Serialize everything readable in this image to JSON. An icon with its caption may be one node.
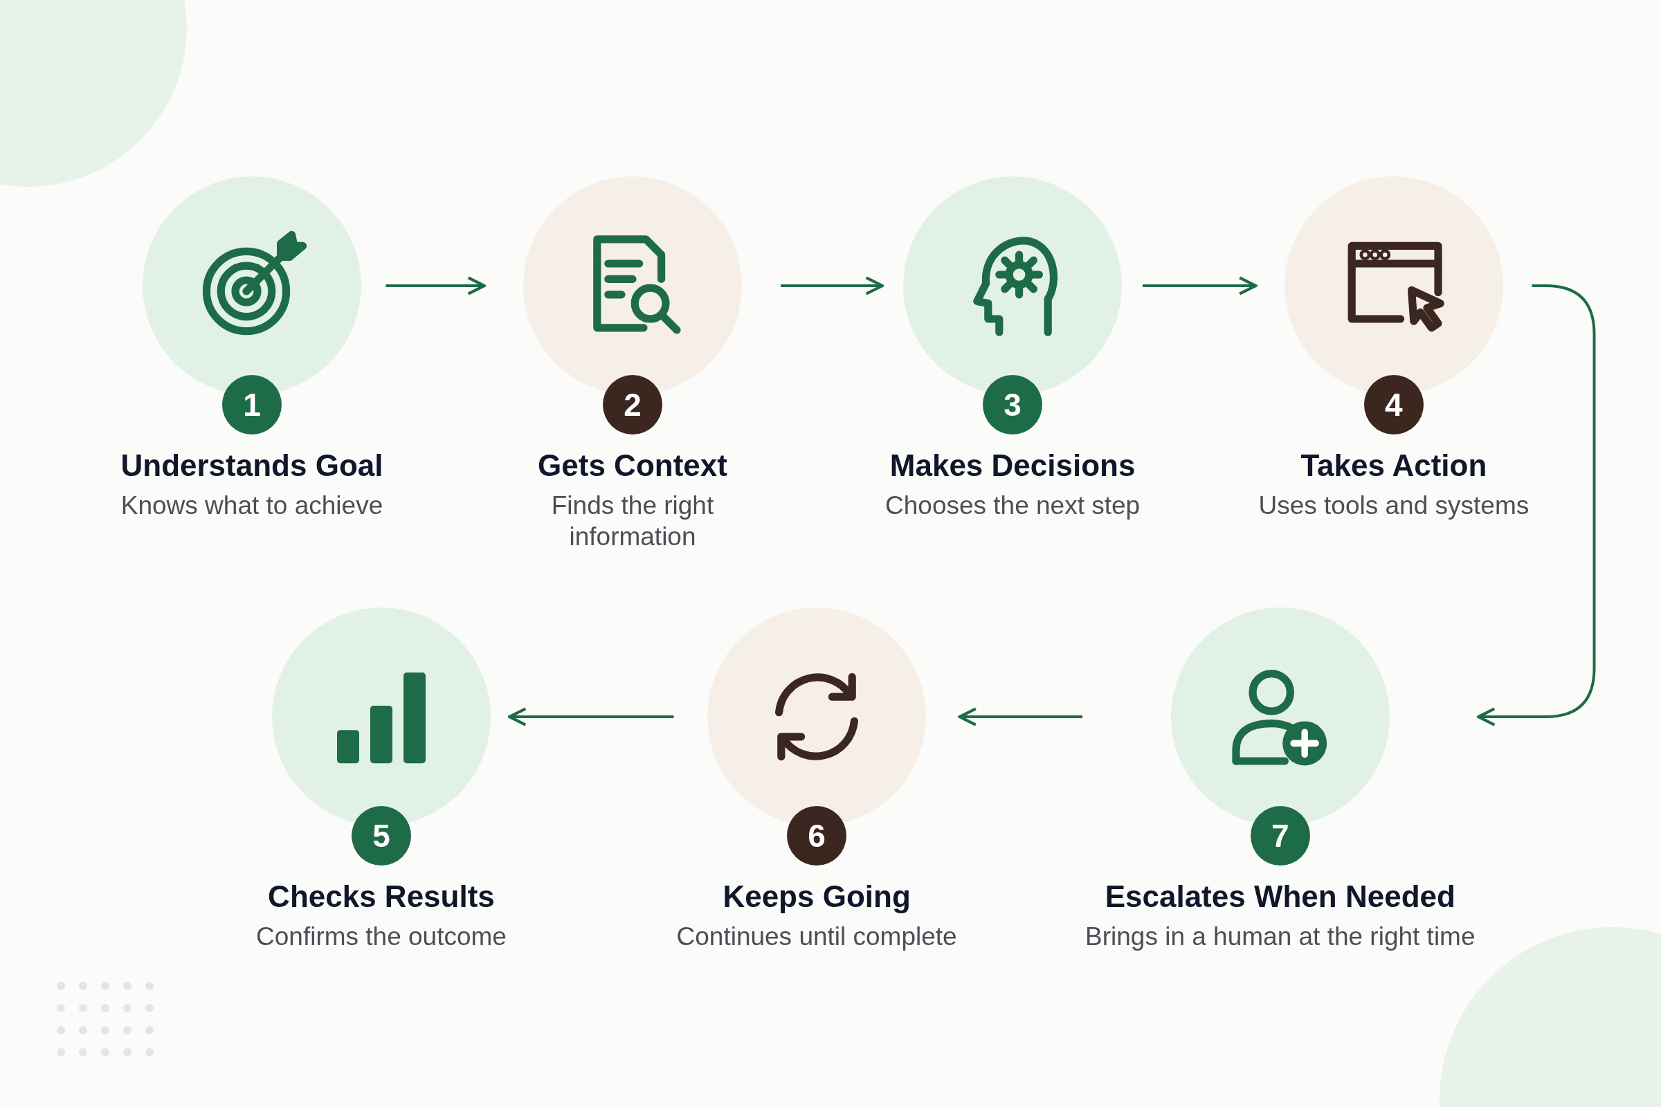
{
  "diagram": {
    "nodes": [
      {
        "text": [
          "1",
          "Understands Goal",
          "Knows what to achieve"
        ]
      },
      {
        "text": [
          "2",
          "Gets Context",
          "Finds the right information"
        ]
      },
      {
        "text": [
          "3",
          "Makes Decisions",
          "Chooses the next step"
        ]
      },
      {
        "text": [
          "4",
          "Takes Action",
          "Uses tools and systems"
        ]
      },
      {
        "text": [
          "5",
          "Checks Results",
          "Confirms the outcome"
        ]
      },
      {
        "text": [
          "6",
          "Keeps Going",
          "Continues until complete"
        ]
      },
      {
        "text": [
          "7",
          "Escalates When Needed",
          "Brings in a human at the right time"
        ]
      }
    ],
    "edges": [
      {
        "from": 0,
        "to": 1,
        "arrow": "to"
      },
      {
        "from": 1,
        "to": 2,
        "arrow": "to"
      },
      {
        "from": 2,
        "to": 3,
        "arrow": "to"
      },
      {
        "from": 3,
        "to": 6,
        "arrow": "to"
      },
      {
        "from": 6,
        "to": 5,
        "arrow": "to"
      },
      {
        "from": 5,
        "to": 4,
        "arrow": "to"
      }
    ]
  }
}
